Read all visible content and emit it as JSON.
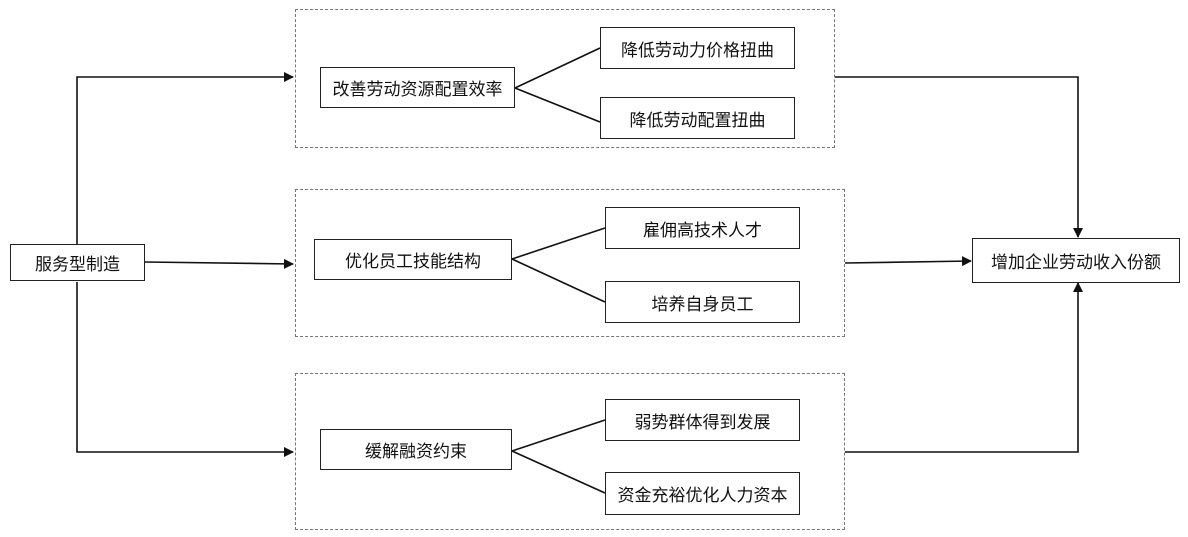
{
  "source": {
    "label": "服务型制造"
  },
  "target": {
    "label": "增加企业劳动收入份额"
  },
  "groups": [
    {
      "mechanism": "改善劳动资源配置效率",
      "outcomes": [
        "降低劳动力价格扭曲",
        "降低劳动配置扭曲"
      ]
    },
    {
      "mechanism": "优化员工技能结构",
      "outcomes": [
        "雇佣高技术人才",
        "培养自身员工"
      ]
    },
    {
      "mechanism": "缓解融资约束",
      "outcomes": [
        "弱势群体得到发展",
        "资金充裕优化人力资本"
      ]
    }
  ]
}
